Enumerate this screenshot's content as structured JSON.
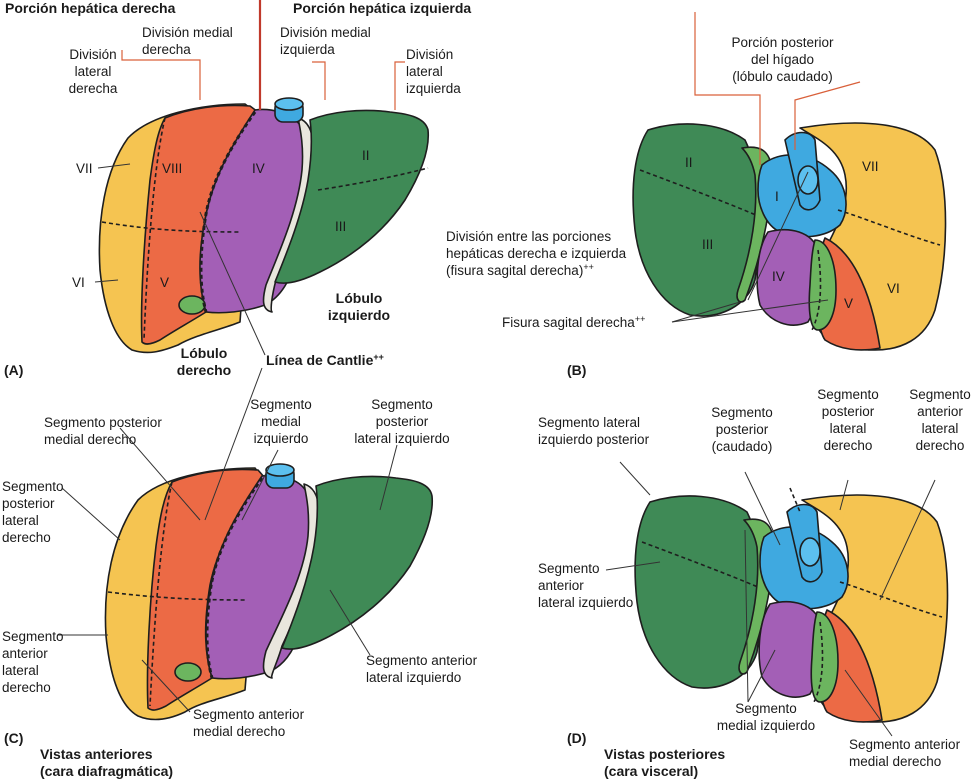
{
  "panelA": {
    "letter": "(A)",
    "title_right_portion": "Porción hepática derecha",
    "title_left_portion": "Porción hepática izquierda",
    "div_lateral_derecha": "División\nlateral\nderecha",
    "div_medial_derecha": "División medial\nderecha",
    "div_medial_izquierda": "División medial\nizquierda",
    "div_lateral_izquierda": "División\nlateral\nizquierda",
    "seg_vii": "VII",
    "seg_viii": "VIII",
    "seg_iv": "IV",
    "seg_ii": "II",
    "seg_iii": "III",
    "seg_vi": "VI",
    "seg_v": "V",
    "lobulo_izquierdo": "Lóbulo\nizquierdo",
    "lobulo_derecho": "Lóbulo\nderecho",
    "linea_cantlie": "Línea de Cantlie",
    "sup": "++"
  },
  "panelB": {
    "letter": "(B)",
    "porcion_posterior": "Porción posterior\ndel hígado\n(lóbulo caudado)",
    "division_entre": "División entre las porciones\nhepáticas derecha e izquierda\n(fisura sagital derecha)",
    "fisura_sagital": "Fisura sagital derecha",
    "sup": "++",
    "seg_ii": "II",
    "seg_i": "I",
    "seg_vii": "VII",
    "seg_iii": "III",
    "seg_iv": "IV",
    "seg_v": "V",
    "seg_vi": "VI"
  },
  "panelC": {
    "letter": "(C)",
    "seg_post_medial_der": "Segmento posterior\nmedial derecho",
    "seg_medial_izq": "Segmento\nmedial\nizquierdo",
    "seg_post_lateral_izq": "Segmento\nposterior\nlateral izquierdo",
    "seg_post_lateral_der": "Segmento\nposterior\nlateral\nderecho",
    "seg_ant_lateral_der": "Segmento\nanterior\nlateral\nderecho",
    "seg_ant_lateral_izq": "Segmento anterior\nlateral izquierdo",
    "seg_ant_medial_der": "Segmento anterior\nmedial derecho",
    "caption": "Vistas anteriores\n(cara diafragmática)"
  },
  "panelD": {
    "letter": "(D)",
    "seg_lat_izq_post": "Segmento lateral\nizquierdo posterior",
    "seg_post_caudado": "Segmento\nposterior\n(caudado)",
    "seg_post_lat_der": "Segmento\nposterior\nlateral\nderecho",
    "seg_ant_lat_der": "Segmento\nanterior\nlateral\nderecho",
    "seg_ant_lat_izq": "Segmento\nanterior\nlateral izquierdo",
    "seg_medial_izq": "Segmento\nmedial izquierdo",
    "seg_ant_medial_der": "Segmento anterior\nmedial derecho",
    "caption": "Vistas posteriores\n(cara visceral)"
  },
  "colors": {
    "yellow": "#f5c451",
    "orange": "#ec6a45",
    "purple": "#a35fb6",
    "green": "#3f8a56",
    "light_green": "#6cb55f",
    "blue": "#3fa9e0",
    "red_line": "#c0392b",
    "orange_line": "#d9603a"
  }
}
